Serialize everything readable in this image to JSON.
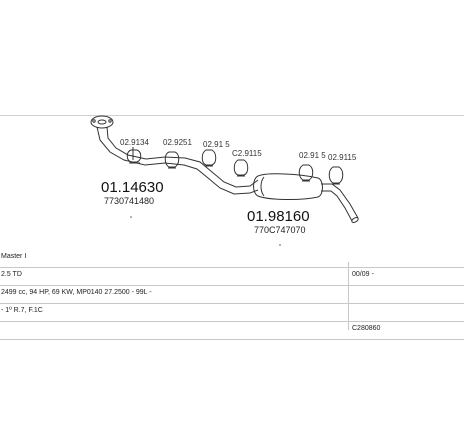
{
  "parts": {
    "main_pipe": {
      "number": "01.14630",
      "oem": "7730741480"
    },
    "silencer": {
      "number": "01.98160",
      "oem": "770C747070"
    },
    "clamp_1": "02.9134",
    "clamp_2": "02.9251",
    "clamp_3": "02.91 5",
    "clamp_4": "C2.9115",
    "clamp_5": "02.91 5",
    "clamp_6": "02.9115"
  },
  "table": {
    "rows": [
      {
        "left": "Master I",
        "right": ""
      },
      {
        "left": "2.5 TD",
        "right": "00/09 -"
      },
      {
        "left": "2499 cc, 94 HP, 69 KW, MP0140 27.2500 - 99L -",
        "right": ""
      },
      {
        "left": "- 1º R.7, F.1C",
        "right": ""
      },
      {
        "left": "",
        "right": "C280860"
      }
    ]
  },
  "colors": {
    "line": "#333333",
    "border": "#c8c8c8"
  }
}
